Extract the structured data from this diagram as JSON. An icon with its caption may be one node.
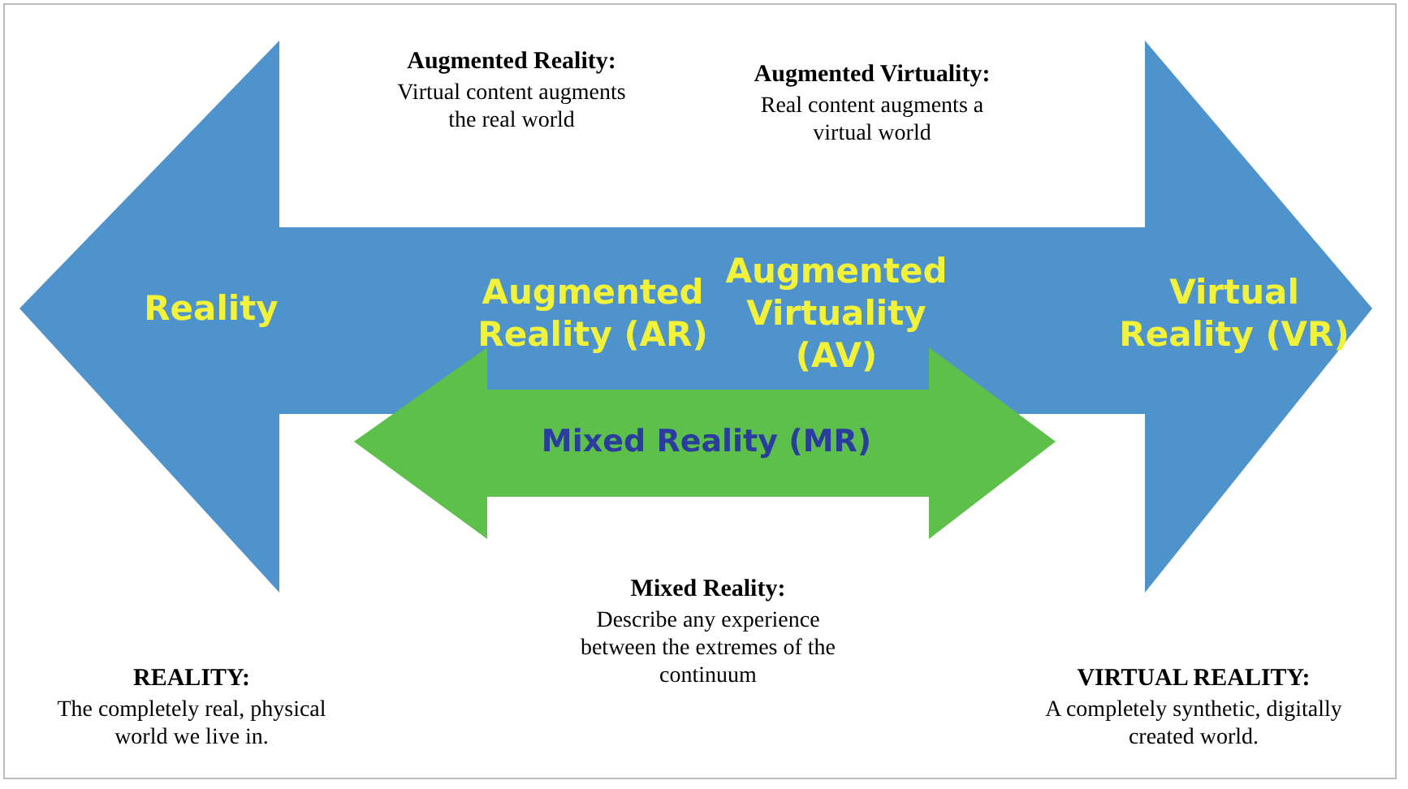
{
  "diagram": {
    "nodes": [
      {
        "text": [
          "Reality",
          "Augmented Reality (AR)",
          "Augmented Virtuality (AV)",
          "Virtual Reality (VR)"
        ]
      },
      {
        "text": [
          "Mixed Reality (MR)"
        ]
      }
    ],
    "labels": [
      "Augmented Reality:",
      "Virtual content augments the real world",
      "Augmented Virtuality:",
      "Real content augments a virtual world",
      "Mixed Reality:",
      "Describe any experience between the extremes of the continuum",
      "REALITY:",
      "The completely real, physical world we live in.",
      "VIRTUAL REALITY:",
      "A completely synthetic, digitally created world."
    ]
  }
}
